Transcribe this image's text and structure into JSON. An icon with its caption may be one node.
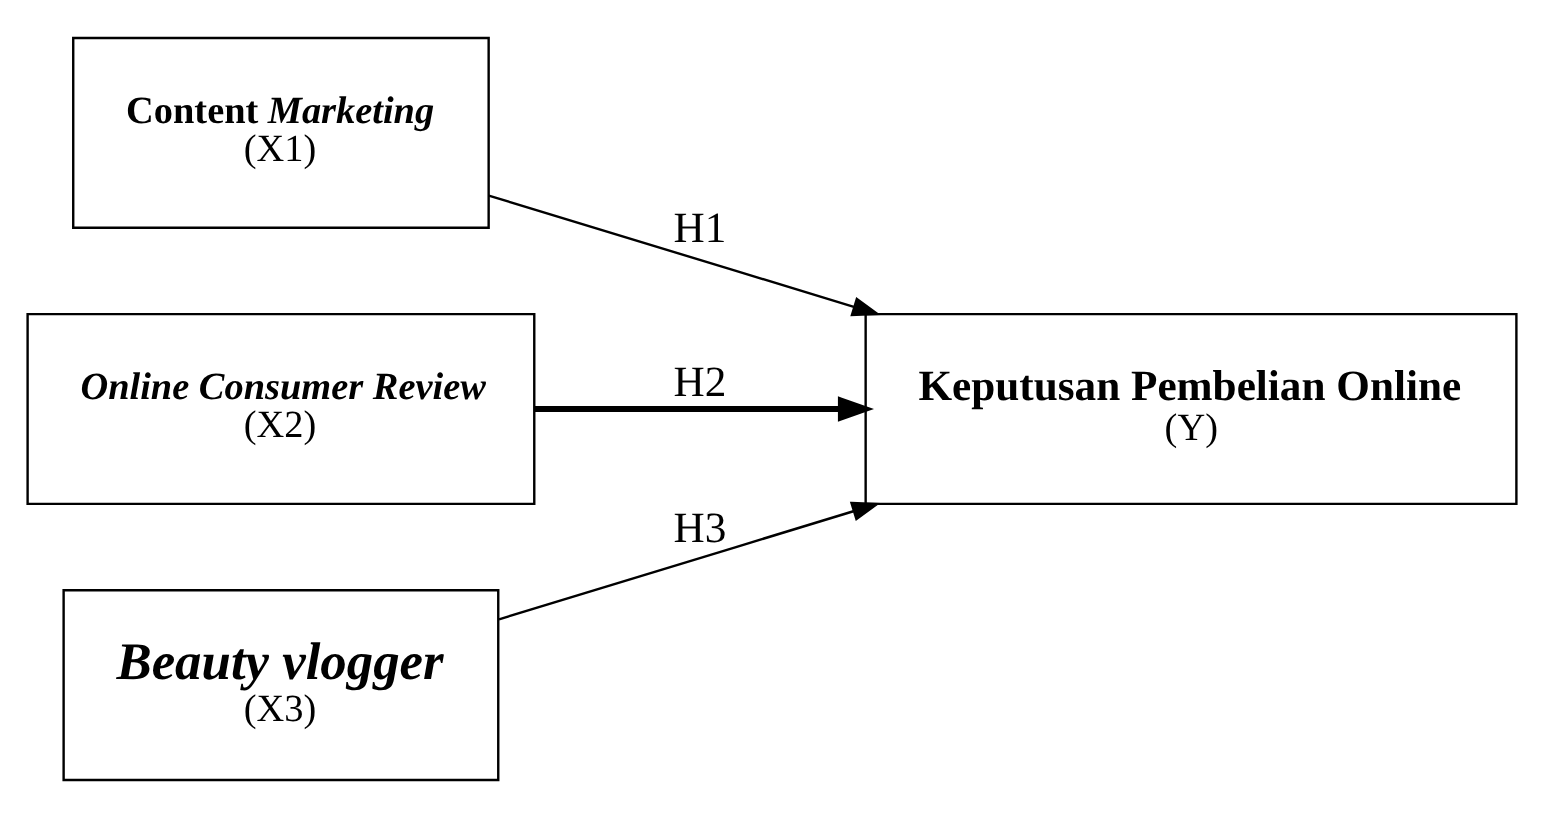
{
  "diagram": {
    "nodes": [
      {
        "text": [
          "Content *Marketing*",
          "(X1)"
        ]
      },
      {
        "text": [
          "Online Consumer Review",
          "(X2)"
        ]
      },
      {
        "text": [
          "Beauty vlogger",
          "(X3)"
        ]
      },
      {
        "text": [
          "Keputusan Pembelian Online",
          "(Y)"
        ]
      }
    ],
    "edges": [
      {
        "from": 0,
        "to": 3,
        "arrow": "to",
        "label": "H1"
      },
      {
        "from": 1,
        "to": 3,
        "arrow": "to",
        "label": "H2",
        "style": "thick"
      },
      {
        "from": 2,
        "to": 3,
        "arrow": "to",
        "label": "H3"
      }
    ]
  }
}
